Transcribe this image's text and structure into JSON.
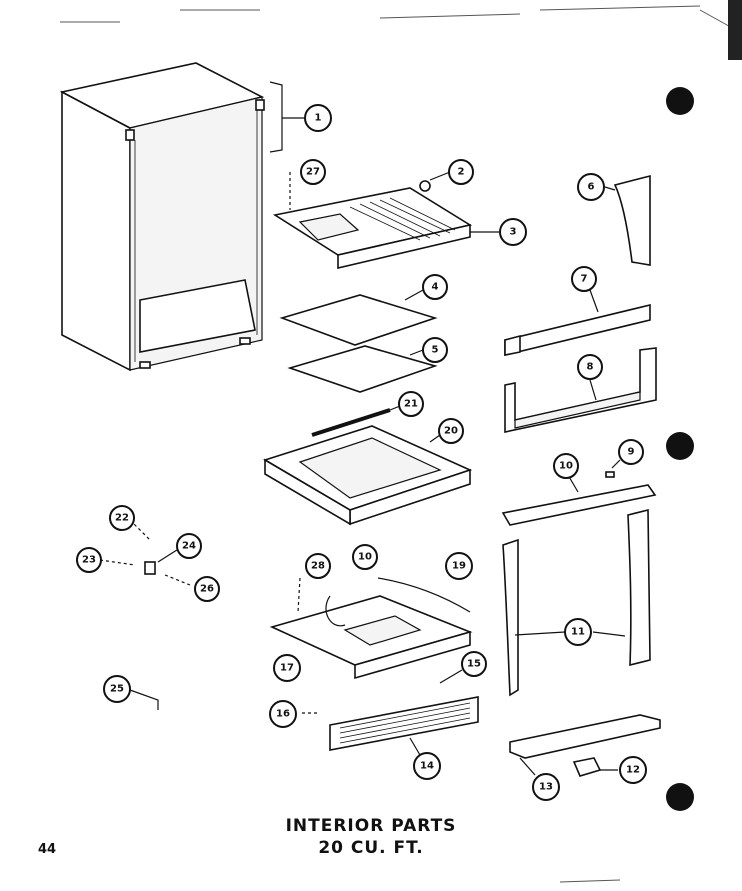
{
  "diagram": {
    "title_line1": "INTERIOR PARTS",
    "title_line2": "20 CU. FT.",
    "page_number": "44",
    "callouts": [
      {
        "label": "1"
      },
      {
        "label": "2"
      },
      {
        "label": "3"
      },
      {
        "label": "4"
      },
      {
        "label": "5"
      },
      {
        "label": "6"
      },
      {
        "label": "7"
      },
      {
        "label": "8"
      },
      {
        "label": "9"
      },
      {
        "label": "10"
      },
      {
        "label": "10"
      },
      {
        "label": "11"
      },
      {
        "label": "11"
      },
      {
        "label": "12"
      },
      {
        "label": "13"
      },
      {
        "label": "14"
      },
      {
        "label": "15"
      },
      {
        "label": "16"
      },
      {
        "label": "16"
      },
      {
        "label": "17"
      },
      {
        "label": "19"
      },
      {
        "label": "20"
      },
      {
        "label": "21"
      },
      {
        "label": "22"
      },
      {
        "label": "23"
      },
      {
        "label": "24"
      },
      {
        "label": "25"
      },
      {
        "label": "26"
      },
      {
        "label": "27"
      },
      {
        "label": "28"
      }
    ]
  }
}
